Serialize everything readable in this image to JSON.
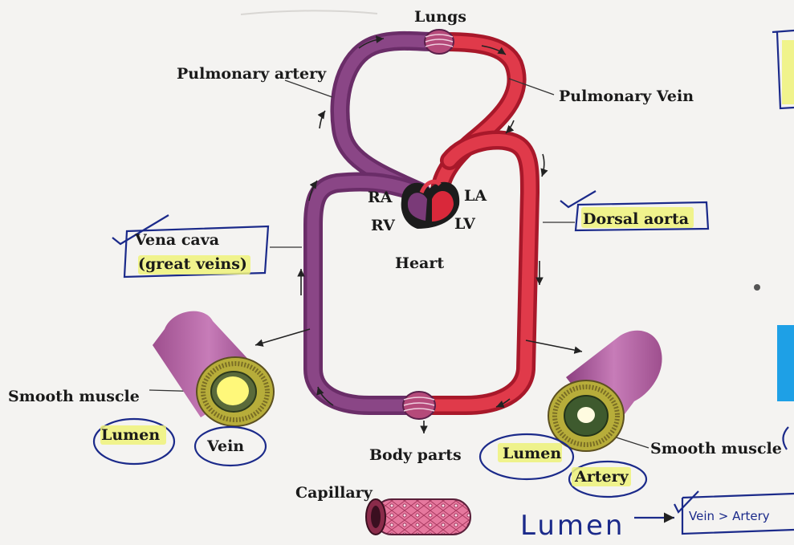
{
  "labels": {
    "lungs": "Lungs",
    "pulmonary_artery": "Pulmonary artery",
    "pulmonary_vein": "Pulmonary Vein",
    "ra": "RA",
    "la": "LA",
    "rv": "RV",
    "lv": "LV",
    "heart": "Heart",
    "dorsal_aorta": "Dorsal aorta",
    "vena_cava_1": "Vena cava",
    "vena_cava_2": "(great veins)",
    "smooth_muscle_left": "Smooth muscle",
    "lumen_left": "Lumen",
    "vein": "Vein",
    "body_parts": "Body parts",
    "lumen_right": "Lumen",
    "artery": "Artery",
    "smooth_muscle_right": "Smooth muscle",
    "capillary": "Capillary"
  },
  "annotations": {
    "lumen_note": "Lumen",
    "comparison_note": "Vein > Artery"
  },
  "colors": {
    "deoxygenated_vessel": "#7a3a78",
    "oxygenated_vessel": "#d9283a",
    "smooth_muscle": "#c8c23a",
    "highlighter": "#eef27a",
    "pen_ink": "#1b2a8a",
    "capillary": "#e0608a"
  }
}
